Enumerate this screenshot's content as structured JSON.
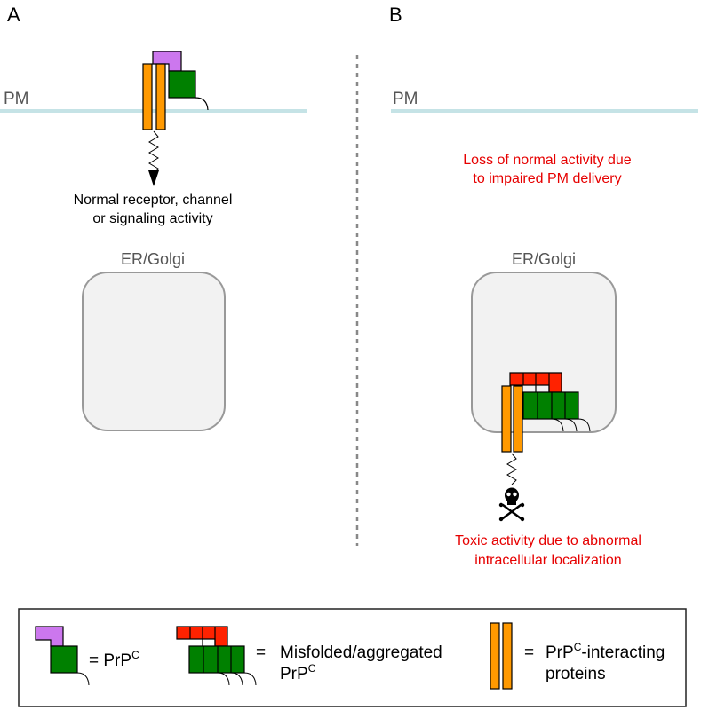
{
  "panels": {
    "a": {
      "letter": "A",
      "pm_label": "PM",
      "er_label": "ER/Golgi",
      "note_line1": "Normal receptor, channel",
      "note_line2": "or signaling activity"
    },
    "b": {
      "letter": "B",
      "pm_label": "PM",
      "er_label": "ER/Golgi",
      "note_top_line1": "Loss of normal activity due",
      "note_top_line2": "to impaired PM delivery",
      "note_bottom_line1": "Toxic activity due to abnormal",
      "note_bottom_line2": "intracellular localization"
    }
  },
  "legend": {
    "prpc_eq": "= PrP",
    "prpc_sup": "C",
    "misfolded_eq": "=",
    "misfolded_line1": "Misfolded/aggregated",
    "misfolded_line2": "PrP",
    "misfolded_sup": "C",
    "interacting_eq": "=",
    "interacting_line1_a": "PrP",
    "interacting_line1_sup": "C",
    "interacting_line1_b": "-interacting",
    "interacting_line2": "proteins"
  },
  "colors": {
    "prp_green": "#008000",
    "prp_violet": "#cc77ee",
    "aggregate_red": "#ff2200",
    "interacting_orange": "#ff9900",
    "membrane": "#c5e3e6",
    "compartment_fill": "#f2f2f2",
    "compartment_stroke": "#999999",
    "red_text": "#e60000"
  },
  "icons": {
    "toxicity": "skull-and-crossbones-icon",
    "signal": "arrow-down-icon"
  }
}
